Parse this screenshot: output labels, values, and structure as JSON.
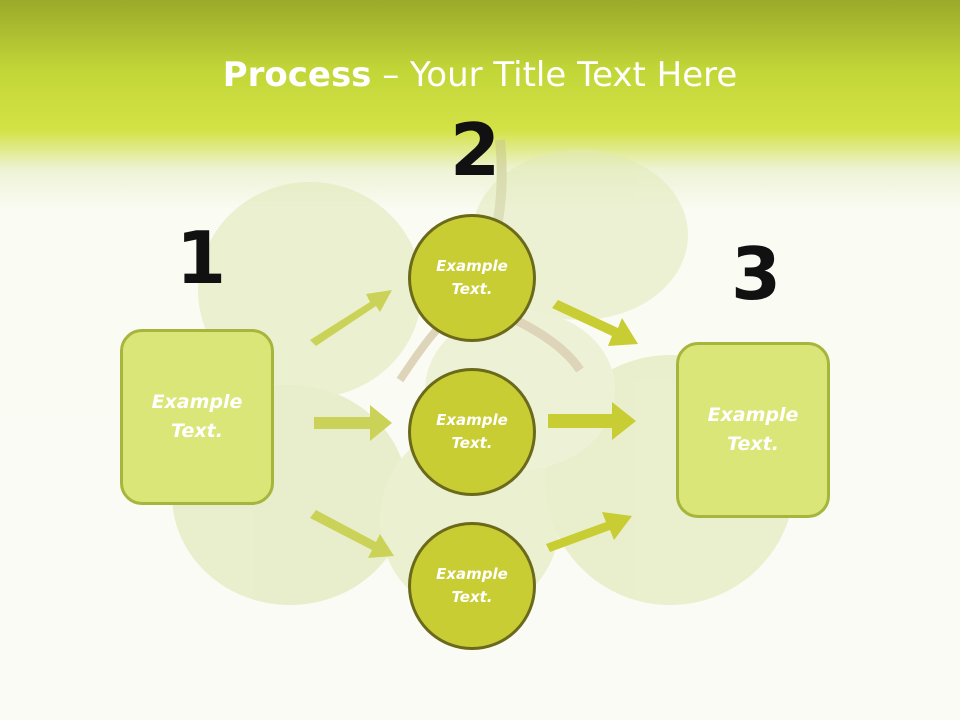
{
  "slide": {
    "title_bold": "Process",
    "title_rest": " – Your Title Text Here"
  },
  "steps": {
    "one": "1",
    "two": "2",
    "three": "3"
  },
  "boxes": {
    "left": "Example\nText.",
    "right": "Example\nText."
  },
  "circles": {
    "top": "Example\nText.",
    "middle": "Example\nText.",
    "bottom": "Example\nText."
  },
  "colors": {
    "header_green": "#c2d638",
    "box_fill": "#dbe678",
    "box_border": "#a6b53c",
    "circle_fill": "#c9cd34",
    "circle_border": "#6b6a1a",
    "arrow": "#c9cd34"
  },
  "icons": {
    "background": "grapes-photo-watermark",
    "arrows": "arrow-right-icon"
  }
}
